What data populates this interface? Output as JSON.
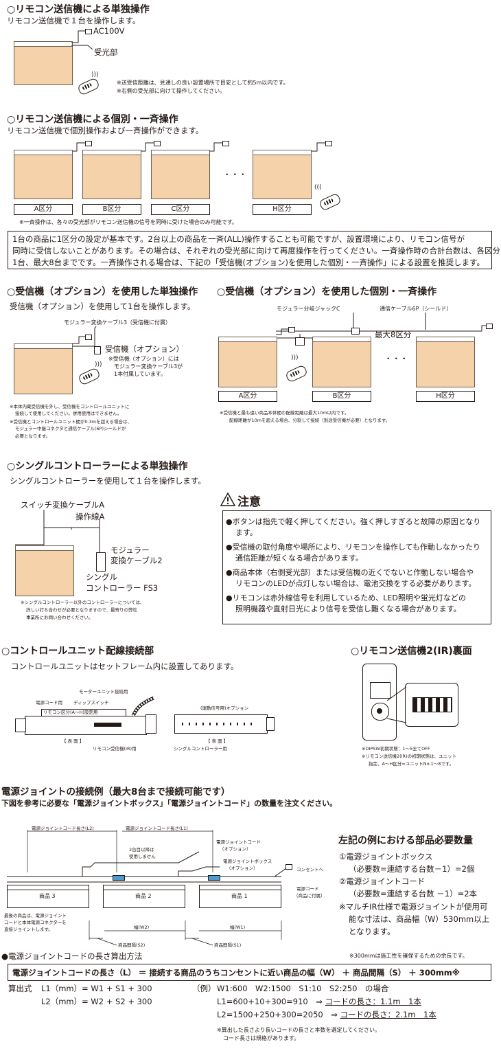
{
  "section1": {
    "heading": "○リモコン送信機による単独操作",
    "sub": "リモコン送信機で１台を操作します。",
    "ac_label": "AC100V",
    "receiver_label": "受光部",
    "notes": [
      "※送受信距離は、見通しの良い設置場所で目安として約5m以内です。",
      "※右側の受光部に向けて操作してください。"
    ]
  },
  "section2": {
    "heading": "○リモコン送信機による個別・一斉操作",
    "sub": "リモコン送信機で個別操作および一斉操作ができます。",
    "dots": "・・・",
    "zones": [
      "A区分",
      "B区分",
      "C区分",
      "H区分"
    ],
    "note": "※一斉操作は、各々の受光部がリモコン送信機の信号を同時に受けた場合のみ可能です。"
  },
  "infobox": {
    "lines": [
      "1台の商品に1区分の設定が基本です。2台以上の商品を一斉(ALL)操作することも可能ですが、設置環境により、リモコン信号が",
      "同時に受信しないことがあります。その場合は、それぞれの受光部に向けて再度操作を行ってください。一斉操作時の合計台数は、各区分",
      "1台、最大8台までです。一斉操作される場合は、下記の「受信機(オプション)を使用した個別・一斉操作」による設置を推奨します。"
    ]
  },
  "section3": {
    "heading": "○受信機（オプション）を使用した単独操作",
    "sub": "受信機（オプション）を使用して1台を操作します。",
    "cable_label": "モジュラー変換ケーブル3（受信機に付属）",
    "receiver_label": "受信機（オプション）",
    "receiver_note": [
      "※受信機（オプション）には",
      "モジュラー変換ケーブル3が",
      "1本付属しています。"
    ],
    "notes": [
      "※本体内蔵受信機を外し、受信機をコントロールユニットに",
      "接続して使用してください。併用使用はできません。",
      "※受信機とコントロールユニット間が0.3mを超える場合は、",
      "モジュラー中継コネクタと通信ケーブル(6P)シールドが",
      "必要となります。"
    ]
  },
  "section4": {
    "heading": "○受信機（オプション）を使用した個別・一斉操作",
    "jack_label": "モジュラー分岐ジャックC",
    "cable_label": "通信ケーブル6P（シールド）",
    "max_label": "最大8区分",
    "dots": "・・・",
    "zones": [
      "A区分",
      "B区分",
      "H区分"
    ],
    "notes": [
      "※受信機と最も遠い商品本体間の配線距離は最大10m以内です。",
      "配線距離が10mを超える場合、分割して接続（別途受信機が必要）となります。"
    ]
  },
  "section5": {
    "heading": "○シングルコントローラーによる単独操作",
    "sub": "シングルコントローラーを使用して１台を操作します。",
    "cable_a": "スイッチ変換ケーブルA",
    "line_a": "操作線A",
    "modular": [
      "モジュラー",
      "変換ケーブル2"
    ],
    "controller": [
      "シングル",
      "コントローラー FS3"
    ],
    "notes": [
      "※シングルコントローラー以外のコントローラーについては、",
      "詳しい打ち合わせが必要となりますので、最寄りの弊社",
      "事業所にお問い合わせください。"
    ]
  },
  "caution": {
    "title": "注意",
    "items": [
      [
        "●ボタンは指先で軽く押してください。強く押しすぎると故障の原因となり",
        "ます。"
      ],
      [
        "●受信機の取付角度や場所により、リモコンを操作しても作動しなかったり",
        "通信距離が短くなる場合があります。"
      ],
      [
        "●商品本体（右側受光部）または受信機の近くでないと作動しない場合や",
        "リモコンのLEDが点灯しない場合は、電池交換をする必要があります。"
      ],
      [
        "●リモコンは赤外線信号を利用しているため、LED照明や蛍光灯などの",
        "照明機器や直射日光により信号を受信し難くなる場合があります。"
      ]
    ]
  },
  "section6": {
    "heading": "○コントロールユニット配線接続部",
    "sub": "コントロールユニットはセットフレーム内に設置してあります。",
    "labels": {
      "motor": "モーターユニット接続用",
      "power": "電源コード用",
      "dip": "ディップスイッチ",
      "zone_setting": "リモコン区分(A～H)設定用",
      "front1": "【 表 面 】",
      "receiver_ir": "リモコン受信機(IR)用",
      "option": "(連動信号用)オプション",
      "front2": "【 表 面 】",
      "single": "シングルコントローラー用"
    }
  },
  "section7": {
    "heading": "○リモコン送信機2(IR)裏面",
    "notes": [
      "※DIPSW初期状態：1～5全てOFF",
      "※リモコン送信機2(IR)の初期状態は、ユニット",
      "指定、A～H区分=ユニットNo.1～8です。"
    ]
  },
  "section8": {
    "heading": "電源ジョイントの接続例（最大8台まで接続可能です）",
    "sub": "下図を参考に必要な「電源ジョイントボックス」「電源ジョイントコード」の数量を注文ください。",
    "diagram": {
      "len_l2": "電源ジョイントコード長さ(L2)",
      "len_l1": "電源ジョイントコード長さ(L1)",
      "not_used": [
        "2台目以降は",
        "使用しません"
      ],
      "cord_opt": [
        "電源ジョイントコード",
        "（オプション）"
      ],
      "box_opt": [
        "電源ジョイントボックス",
        "（オプション）"
      ],
      "outlet": "コンセントへ",
      "power_cord": [
        "電源コード",
        "（商品に付属）"
      ],
      "products": [
        "商品 3",
        "商品 2",
        "商品 1"
      ],
      "last_note": [
        "最後の商品は、電源ジョイント",
        "コードと本体電源コネクターを",
        "直接ジョイントします。"
      ],
      "w2": "幅(W2)",
      "w1": "幅(W1)",
      "s2": "商品間隔(S2)",
      "s1": "商品間隔(S1)"
    },
    "req": {
      "title": "左記の例における部品必要数量",
      "lines": [
        "①電源ジョイントボックス",
        "（必要数=連結する台数－1）=2個",
        "②電源ジョイントコード",
        "（必要数=連結する台数 －1）=2本",
        "※マルチIR仕様で電源ジョイントが使用可",
        "能な寸法は、商品幅（W）530mm以上",
        "となります。"
      ]
    },
    "method_title": "●電源ジョイントコードの長さ算出方法",
    "margin_note": "※300mmは施工性を確保するための余長です。",
    "formula": "電源ジョイントコードの長さ（L） ＝ 接続する商品のうちコンセントに近い商品の幅（W） ＋ 商品間隔（S） ＋ 300mm※",
    "calc_label": "算出式",
    "calc": [
      "L1（mm）= W1 + S1 + 300",
      "L2（mm）= W2 + S2 + 300"
    ],
    "example_label": "（例）",
    "example_head": "W1:600　W2:1500　S1:10　S2:250　の場合",
    "ex1_a": "L1=600+10+300=910　⇒ ",
    "ex1_b": "コードの長さ：1.1m　1本",
    "ex2_a": "L2=1500+250+300=2050　⇒ ",
    "ex2_b": "コードの長さ：2.1m　1本",
    "final_notes": [
      "※算出した長さより長いコードの長さと本数を選定してください。",
      "コード長さは規格があります。"
    ]
  }
}
